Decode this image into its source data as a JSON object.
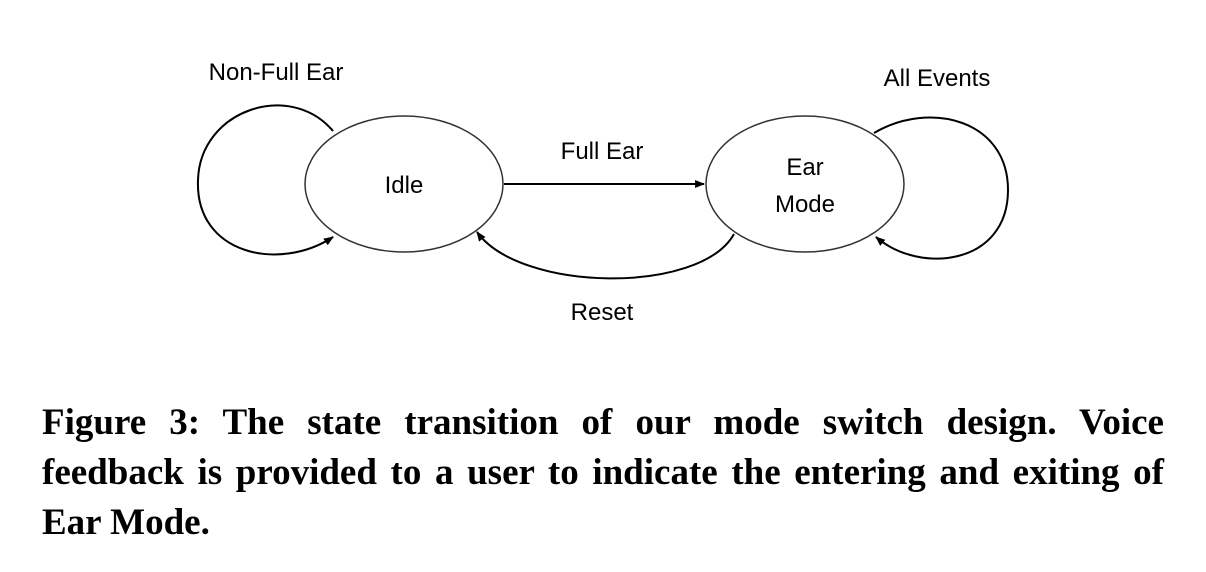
{
  "diagram": {
    "states": {
      "idle": "Idle",
      "ear_mode_line1": "Ear",
      "ear_mode_line2": "Mode"
    },
    "transitions": {
      "idle_self_loop": "Non-Full Ear",
      "idle_to_ear_mode": "Full Ear",
      "ear_mode_to_idle": "Reset",
      "ear_mode_self_loop": "All Events"
    }
  },
  "caption": {
    "label": "Figure 3:",
    "text": "The state transition of our mode switch design. Voice feedback is provided to a user to indicate the entering and exiting of Ear Mode."
  }
}
